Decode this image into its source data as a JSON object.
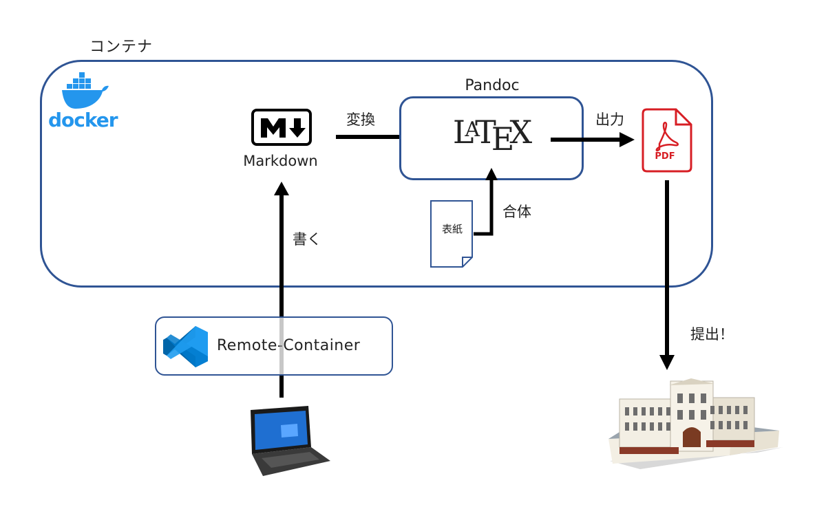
{
  "container": {
    "label": "コンテナ"
  },
  "docker": {
    "label": "docker"
  },
  "markdown": {
    "label": "Markdown"
  },
  "convert": {
    "label": "変換"
  },
  "pandoc": {
    "label": "Pandoc",
    "engine": "LATEX"
  },
  "output": {
    "label": "出力"
  },
  "pdf": {
    "label": "PDF"
  },
  "cover": {
    "label": "表紙",
    "merge_label": "合体"
  },
  "write": {
    "label": "書く"
  },
  "vscode": {
    "label": "Remote-Container"
  },
  "submit": {
    "label": "提出！"
  },
  "colors": {
    "frame": "#2f5494",
    "docker": "#2496ed",
    "pdf": "#d71e24"
  }
}
